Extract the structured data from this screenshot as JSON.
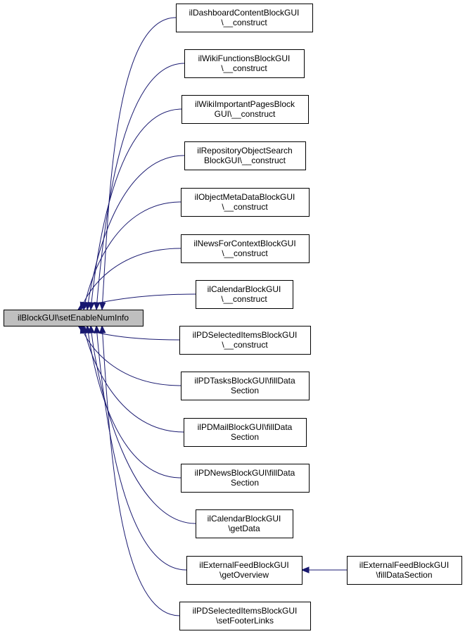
{
  "diagram": {
    "nodes": [
      {
        "id": "root",
        "lines": [
          "ilBlockGUI\\setEnableNumInfo"
        ],
        "root": true
      },
      {
        "id": "n1",
        "lines": [
          "ilDashboardContentBlockGUI",
          "\\__construct"
        ]
      },
      {
        "id": "n2",
        "lines": [
          "ilWikiFunctionsBlockGUI",
          "\\__construct"
        ]
      },
      {
        "id": "n3",
        "lines": [
          "ilWikiImportantPagesBlock",
          "GUI\\__construct"
        ]
      },
      {
        "id": "n4",
        "lines": [
          "ilRepositoryObjectSearch",
          "BlockGUI\\__construct"
        ]
      },
      {
        "id": "n5",
        "lines": [
          "ilObjectMetaDataBlockGUI",
          "\\__construct"
        ]
      },
      {
        "id": "n6",
        "lines": [
          "ilNewsForContextBlockGUI",
          "\\__construct"
        ]
      },
      {
        "id": "n7",
        "lines": [
          "ilCalendarBlockGUI",
          "\\__construct"
        ]
      },
      {
        "id": "n8",
        "lines": [
          "ilPDSelectedItemsBlockGUI",
          "\\__construct"
        ]
      },
      {
        "id": "n9",
        "lines": [
          "ilPDTasksBlockGUI\\fillData",
          "Section"
        ]
      },
      {
        "id": "n10",
        "lines": [
          "ilPDMailBlockGUI\\fillData",
          "Section"
        ]
      },
      {
        "id": "n11",
        "lines": [
          "ilPDNewsBlockGUI\\fillData",
          "Section"
        ]
      },
      {
        "id": "n12",
        "lines": [
          "ilCalendarBlockGUI",
          "\\getData"
        ]
      },
      {
        "id": "n13",
        "lines": [
          "ilExternalFeedBlockGUI",
          "\\getOverview"
        ]
      },
      {
        "id": "n14",
        "lines": [
          "ilPDSelectedItemsBlockGUI",
          "\\setFooterLinks"
        ]
      },
      {
        "id": "n15",
        "lines": [
          "ilExternalFeedBlockGUI",
          "\\fillDataSection"
        ]
      }
    ],
    "edges": [
      {
        "from": "n1",
        "to": "root"
      },
      {
        "from": "n2",
        "to": "root"
      },
      {
        "from": "n3",
        "to": "root"
      },
      {
        "from": "n4",
        "to": "root"
      },
      {
        "from": "n5",
        "to": "root"
      },
      {
        "from": "n6",
        "to": "root"
      },
      {
        "from": "n7",
        "to": "root"
      },
      {
        "from": "n8",
        "to": "root"
      },
      {
        "from": "n9",
        "to": "root"
      },
      {
        "from": "n10",
        "to": "root"
      },
      {
        "from": "n11",
        "to": "root"
      },
      {
        "from": "n12",
        "to": "root"
      },
      {
        "from": "n13",
        "to": "root"
      },
      {
        "from": "n14",
        "to": "root"
      },
      {
        "from": "n15",
        "to": "n13"
      }
    ],
    "colors": {
      "edge": "#191970",
      "root_fill": "#bfbfbf",
      "node_fill": "#ffffff",
      "node_border": "#000000"
    }
  }
}
